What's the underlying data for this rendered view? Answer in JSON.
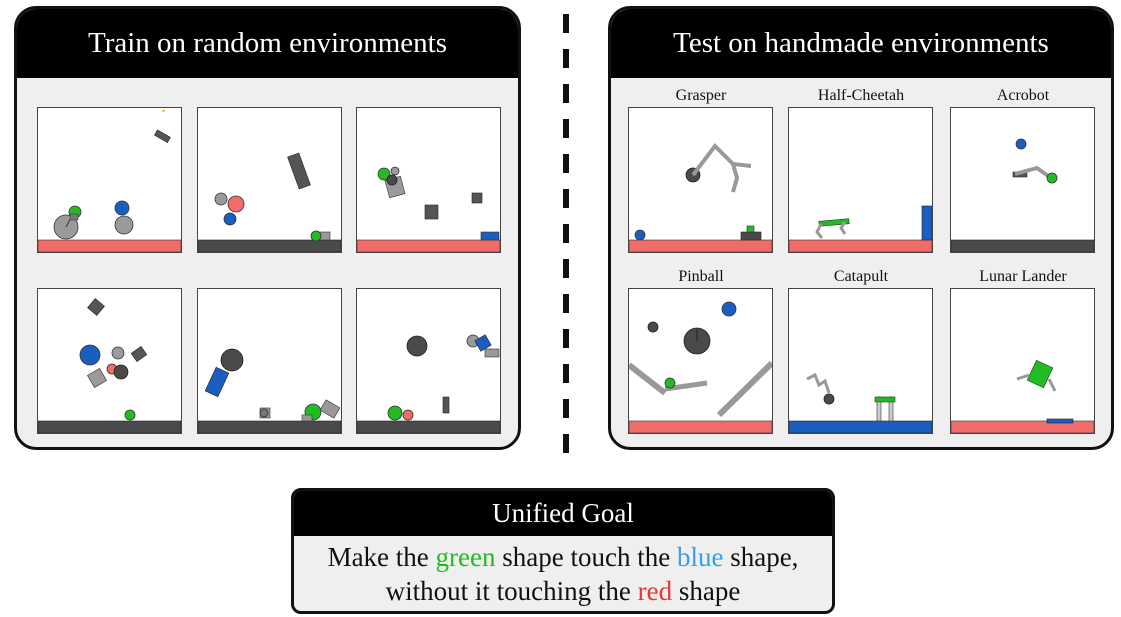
{
  "train_panel": {
    "title": "Train on random environments"
  },
  "test_panel": {
    "title": "Test on handmade environments",
    "environments": [
      "Grasper",
      "Half-Cheetah",
      "Acrobot",
      "Pinball",
      "Catapult",
      "Lunar Lander"
    ]
  },
  "goal": {
    "title": "Unified Goal",
    "line1_a": "Make the ",
    "green_word": "green",
    "line1_b": " shape touch the ",
    "blue_word": "blue",
    "line1_c": " shape,",
    "line2_a": "without it touching the ",
    "red_word": "red",
    "line2_b": " shape"
  },
  "colors": {
    "green": "#22bb22",
    "blue": "#1a5fc0",
    "red": "#f26b6b",
    "gray": "#999999",
    "dark": "#4a4a4a"
  }
}
